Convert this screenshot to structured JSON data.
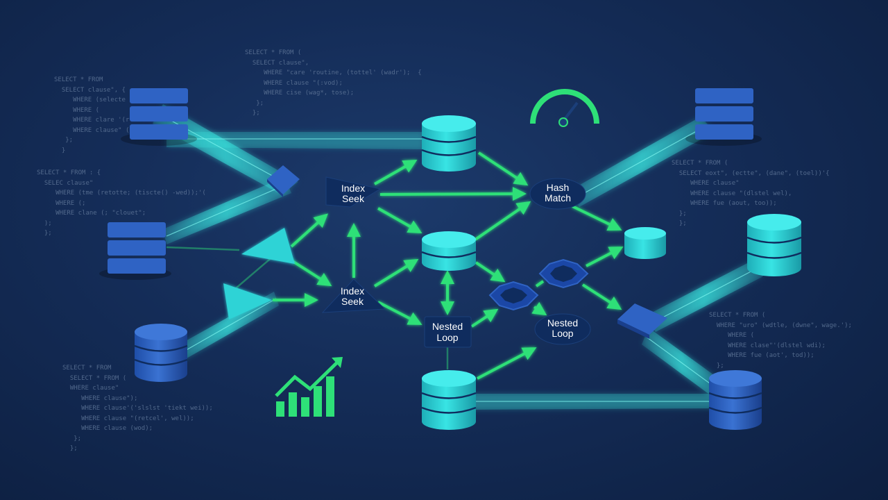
{
  "diagram": {
    "nodes": {
      "index_seek_top": [
        "Index",
        "Seek"
      ],
      "index_seek_bottom": [
        "Index",
        "Seek"
      ],
      "hash_match": [
        "Hash",
        "Match"
      ],
      "nested_loop_left": [
        "Nested",
        "Loop"
      ],
      "nested_loop_right": [
        "Nested",
        "Loop"
      ]
    }
  },
  "code_snippets": [
    [
      "SELECT * FROM",
      "  SELECT clause\", {",
      "     WHERE (selecte",
      "     WHERE (",
      "     WHERE clare '(r",
      "     WHERE clause\" (",
      "   };",
      "  }"
    ],
    [
      "SELECT * FROM (",
      "  SELECT clause\",",
      "     WHERE \"care 'routine, (tottel' (wadr');  {",
      "     WHERE clause \"(:vod);",
      "     WHERE cise (wag*, tose);",
      "   };",
      "  };"
    ],
    [
      "SELECT * FROM : {",
      "  SELEC clause\"",
      "     WHERE (tme (retotte; (tiscte() -wed));'(",
      "     WHERE (;",
      "     WHERE clane (; \"clouet\";",
      "  );",
      "  };"
    ],
    [
      "SELECT * FROM (",
      "  SELECT eoxt\", (ectte\", (dane\", (toel))'{",
      "     WHERE clause\"",
      "     WHERE clause \"(dlstel wel),",
      "     WHERE fue (aout, too));",
      "  };",
      "  };"
    ],
    [
      "SELECT * FROM (",
      "  WHERE \"uro\" (wdtle, (dwne\", wage.');",
      "     WHERE (",
      "     WHERE clase\"'(dlstel wdi);",
      "     WHERE fue (aot', tod));",
      "  };",
      "  };"
    ],
    [
      "SELECT * FROM",
      "  SELECT * FROM (",
      "  WHERE clause\"",
      "     WHERE clause\");",
      "     WHERE clause'('slslst 'tiekt wei));",
      "     WHERE clause \"(retcel', wel));",
      "     WHERE clause (wod);",
      "   };",
      "  };"
    ]
  ],
  "colors": {
    "background": "#142c57",
    "teal": "#2ed3d6",
    "green": "#2ee078",
    "blue": "#2f63c4",
    "node_dark": "#0f2c5e"
  },
  "icons": [
    "gauge-icon",
    "growth-chart-icon"
  ]
}
